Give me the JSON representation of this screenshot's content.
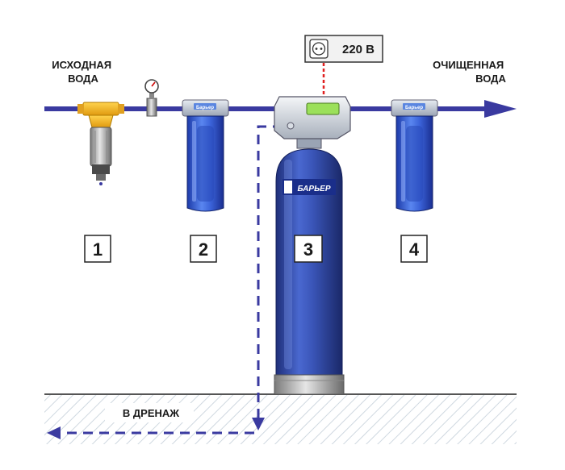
{
  "labels": {
    "source_water": [
      "ИСХОДНАЯ",
      "ВОДА"
    ],
    "clean_water": [
      "ОЧИЩЕННАЯ",
      "ВОДА"
    ],
    "drain": "В ДРЕНАЖ",
    "power": "220 В"
  },
  "stages": [
    {
      "number": "1"
    },
    {
      "number": "2"
    },
    {
      "number": "3"
    },
    {
      "number": "4"
    }
  ],
  "brand": {
    "vessel_logo": "БАРЬЕР",
    "housing_label": "Барьер"
  },
  "colors": {
    "pipe": "#3a3aa0",
    "housing_blue": "#3a5fd8",
    "vessel_blue": "#3950b0",
    "strainer_yellow": "#f2b51d",
    "power_line": "#e02020",
    "display_green": "#9be05a"
  },
  "icons": [
    "power-socket-icon",
    "pressure-gauge-icon",
    "arrow-right-icon",
    "arrow-left-icon"
  ]
}
